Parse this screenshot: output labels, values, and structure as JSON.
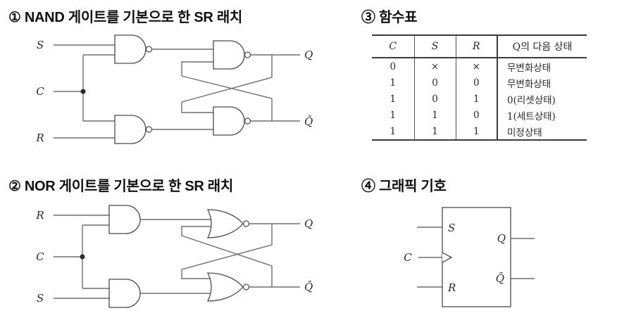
{
  "colors": {
    "background": "#ffffff",
    "title_text": "#111111",
    "wire": "#6f6f6f",
    "gate_stroke": "#4a4a4a",
    "table_border": "#3c3c3c"
  },
  "nand_latch": {
    "title": "① NAND 게이트를 기본으로 한 SR 래치",
    "labels": {
      "s": "S",
      "c": "C",
      "r": "R",
      "q": "Q",
      "q_bar": "Q̄"
    }
  },
  "nor_latch": {
    "title": "② NOR 게이트를 기본으로 한 SR 래치",
    "labels": {
      "r": "R",
      "c": "C",
      "s": "S",
      "q": "Q",
      "q_bar": "Q̄"
    }
  },
  "function_table": {
    "title": "③ 함수표",
    "headers": [
      "C",
      "S",
      "R",
      "Q의 다음 상태"
    ],
    "rows": [
      [
        "0",
        "×",
        "×",
        "무변화상태"
      ],
      [
        "1",
        "0",
        "0",
        "무변화상태"
      ],
      [
        "1",
        "0",
        "1",
        "0(리셋상태)"
      ],
      [
        "1",
        "1",
        "0",
        "1(세트상태)"
      ],
      [
        "1",
        "1",
        "1",
        "미정상태"
      ]
    ]
  },
  "graphic_symbol": {
    "title": "④ 그래픽 기호",
    "labels": {
      "s": "S",
      "c": "C",
      "r": "R",
      "q": "Q",
      "q_bar": "Q̄"
    }
  }
}
